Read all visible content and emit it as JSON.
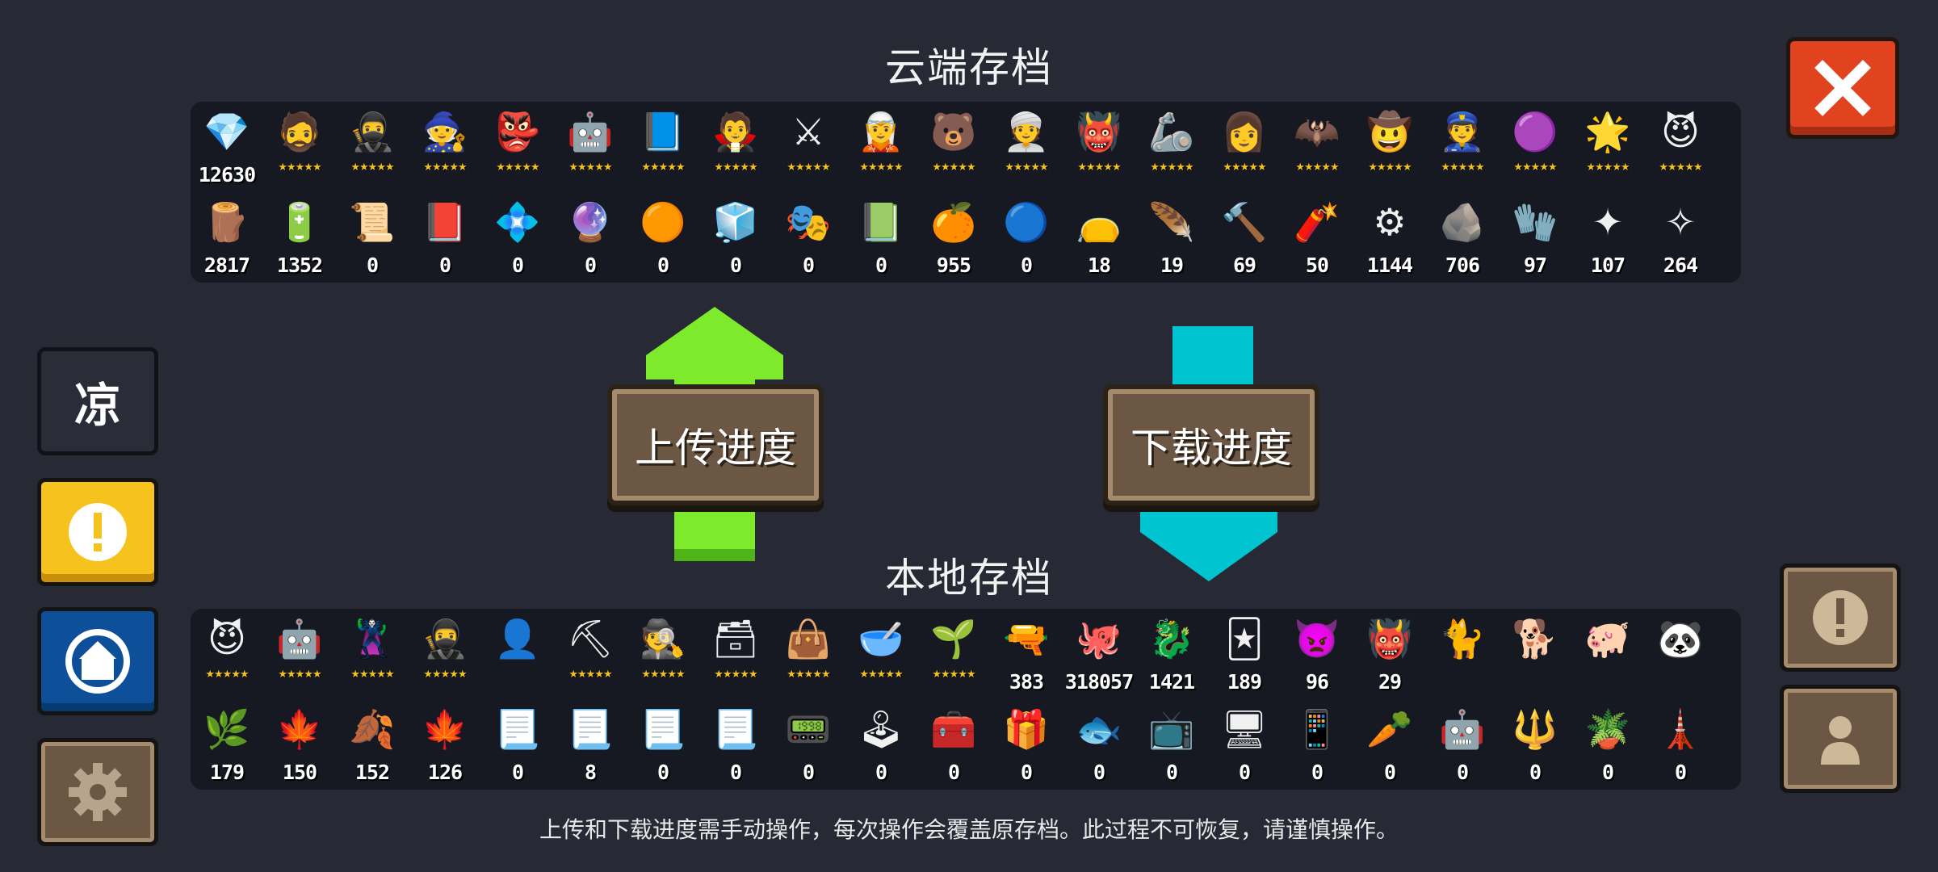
{
  "cloud": {
    "title": "云端存档",
    "row1": [
      {
        "icon": "gem-icon",
        "glyph": "💎",
        "count": "12630",
        "stars": ""
      },
      {
        "icon": "knight-icon",
        "glyph": "🧔",
        "stars": "★★★★★"
      },
      {
        "icon": "rogue-icon",
        "glyph": "🥷",
        "stars": "★★★★★"
      },
      {
        "icon": "witch-icon",
        "glyph": "🧙",
        "stars": "★★★★★"
      },
      {
        "icon": "assassin-icon",
        "glyph": "👺",
        "stars": "★★★★★"
      },
      {
        "icon": "engineer-icon",
        "glyph": "🤖",
        "stars": "★★★★★"
      },
      {
        "icon": "druid-icon",
        "glyph": "📘",
        "stars": "★★★★★"
      },
      {
        "icon": "vampire-icon",
        "glyph": "🧛",
        "stars": "★★★★★"
      },
      {
        "icon": "paladin-icon",
        "glyph": "⚔",
        "stars": "★★★★★"
      },
      {
        "icon": "elf-icon",
        "glyph": "🧝",
        "stars": "★★★★★"
      },
      {
        "icon": "werewolf-icon",
        "glyph": "🐻",
        "stars": "★★★★★"
      },
      {
        "icon": "priest-icon",
        "glyph": "👳",
        "stars": "★★★★★"
      },
      {
        "icon": "berserker-icon",
        "glyph": "👹",
        "stars": "★★★★★"
      },
      {
        "icon": "robot-icon",
        "glyph": "🦾",
        "stars": "★★★★★"
      },
      {
        "icon": "taoist-icon",
        "glyph": "👩",
        "stars": "★★★★★"
      },
      {
        "icon": "airbender-icon",
        "glyph": "🦇",
        "stars": "★★★★★"
      },
      {
        "icon": "alchemist-icon",
        "glyph": "🤠",
        "stars": "★★★★★"
      },
      {
        "icon": "officer-icon",
        "glyph": "👮",
        "stars": "★★★★★"
      },
      {
        "icon": "wizard-icon",
        "glyph": "🟣",
        "stars": "★★★★★"
      },
      {
        "icon": "golden-icon",
        "glyph": "🌟",
        "stars": "★★★★★"
      },
      {
        "icon": "demon-icon",
        "glyph": "😈",
        "stars": "★★★★★"
      }
    ],
    "row2": [
      {
        "icon": "wood-icon",
        "glyph": "🪵",
        "count": "2817"
      },
      {
        "icon": "battery-icon",
        "glyph": "🔋",
        "count": "1352"
      },
      {
        "icon": "holy-book-icon",
        "glyph": "📜",
        "count": "0"
      },
      {
        "icon": "spellbook-icon",
        "glyph": "📕",
        "count": "0"
      },
      {
        "icon": "crystal-icon",
        "glyph": "💠",
        "count": "0"
      },
      {
        "icon": "ore-icon",
        "glyph": "🔮",
        "count": "0"
      },
      {
        "icon": "gold-disc-icon",
        "glyph": "🟠",
        "count": "0"
      },
      {
        "icon": "teleport-icon",
        "glyph": "🧊",
        "count": "0"
      },
      {
        "icon": "mask-icon",
        "glyph": "🎭",
        "count": "0"
      },
      {
        "icon": "green-book-icon",
        "glyph": "📗",
        "count": "0"
      },
      {
        "icon": "orange-ore-icon",
        "glyph": "🍊",
        "count": "955"
      },
      {
        "icon": "blue-orb-icon",
        "glyph": "🔵",
        "count": "0"
      },
      {
        "icon": "sack-icon",
        "glyph": "👝",
        "count": "18"
      },
      {
        "icon": "feather-icon",
        "glyph": "🪶",
        "count": "19"
      },
      {
        "icon": "hammer-icon",
        "glyph": "🔨",
        "count": "69"
      },
      {
        "icon": "scroll-icon",
        "glyph": "🧨",
        "count": "50"
      },
      {
        "icon": "gear-icon",
        "glyph": "⚙",
        "count": "1144"
      },
      {
        "icon": "coal-icon",
        "glyph": "🪨",
        "count": "706"
      },
      {
        "icon": "cloth-icon",
        "glyph": "🧤",
        "count": "97"
      },
      {
        "icon": "purple-shard-icon",
        "glyph": "✦",
        "count": "107"
      },
      {
        "icon": "blue-shard-icon",
        "glyph": "✧",
        "count": "264"
      }
    ]
  },
  "buttons": {
    "upload": "上传进度",
    "download": "下载进度"
  },
  "local": {
    "title": "本地存档",
    "row1": [
      {
        "icon": "demon-icon",
        "glyph": "😈",
        "count": "",
        "stars": "★★★★★"
      },
      {
        "icon": "ghost-robot-icon",
        "glyph": "🤖",
        "count": "",
        "stars": "★★★★★"
      },
      {
        "icon": "dark-knight-icon",
        "glyph": "🦹",
        "count": "",
        "stars": "★★★★★"
      },
      {
        "icon": "ninja-girl-icon",
        "glyph": "🥷",
        "count": "",
        "stars": "★★★★★"
      },
      {
        "icon": "shadow-icon",
        "glyph": "👤",
        "count": "",
        "stars": ""
      },
      {
        "icon": "miner-icon",
        "glyph": "⛏",
        "count": "",
        "stars": "★★★★★"
      },
      {
        "icon": "detective-icon",
        "glyph": "🕵",
        "count": "",
        "stars": "★★★★★"
      },
      {
        "icon": "green-box-icon",
        "glyph": "🗃",
        "count": "",
        "stars": "★★★★★"
      },
      {
        "icon": "bag-icon",
        "glyph": "👜",
        "count": "",
        "stars": "★★★★★"
      },
      {
        "icon": "bowl-icon",
        "glyph": "🥣",
        "count": "",
        "stars": "★★★★★"
      },
      {
        "icon": "sprout-icon",
        "glyph": "🌱",
        "count": "",
        "stars": "★★★★★"
      },
      {
        "icon": "gun-icon",
        "glyph": "🔫",
        "count": "383",
        "stars": ""
      },
      {
        "icon": "slime-icon",
        "glyph": "🐙",
        "count": "318057",
        "stars": ""
      },
      {
        "icon": "boss-icon",
        "glyph": "🐉",
        "count": "1421",
        "stars": ""
      },
      {
        "icon": "card-icon",
        "glyph": "🃏",
        "count": "189",
        "stars": ""
      },
      {
        "icon": "purple-mask-icon",
        "glyph": "👿",
        "count": "96",
        "stars": ""
      },
      {
        "icon": "red-mask-icon",
        "glyph": "👹",
        "count": "29",
        "stars": ""
      },
      {
        "icon": "cat-icon",
        "glyph": "🐈",
        "count": "",
        "stars": ""
      },
      {
        "icon": "dog-icon",
        "glyph": "🐕",
        "count": "",
        "stars": ""
      },
      {
        "icon": "pig-icon",
        "glyph": "🐖",
        "count": "",
        "stars": ""
      },
      {
        "icon": "panda-icon",
        "glyph": "🐼",
        "count": "",
        "stars": ""
      }
    ],
    "row2": [
      {
        "icon": "teal-leaf-icon",
        "glyph": "🌿",
        "count": "179"
      },
      {
        "icon": "orange-leaf-icon",
        "glyph": "🍁",
        "count": "150"
      },
      {
        "icon": "purple-leaf-icon",
        "glyph": "🍂",
        "count": "152"
      },
      {
        "icon": "red-leaf-icon",
        "glyph": "🍁",
        "count": "126"
      },
      {
        "icon": "parchment-icon",
        "glyph": "📃",
        "count": "0"
      },
      {
        "icon": "parchment-icon",
        "glyph": "📃",
        "count": "8"
      },
      {
        "icon": "parchment-icon",
        "glyph": "📃",
        "count": "0"
      },
      {
        "icon": "parchment-icon",
        "glyph": "📃",
        "count": "0"
      },
      {
        "icon": "red-device-icon",
        "glyph": "📟",
        "count": "0"
      },
      {
        "icon": "arcade-icon",
        "glyph": "🕹",
        "count": "0"
      },
      {
        "icon": "teal-box-icon",
        "glyph": "🧰",
        "count": "0"
      },
      {
        "icon": "treasure-icon",
        "glyph": "🎁",
        "count": "0"
      },
      {
        "icon": "fish-icon",
        "glyph": "🐟",
        "count": "0"
      },
      {
        "icon": "tv-icon",
        "glyph": "📺",
        "count": "0"
      },
      {
        "icon": "terminal-icon",
        "glyph": "🖥",
        "count": "0"
      },
      {
        "icon": "tablet-icon",
        "glyph": "📱",
        "count": "0"
      },
      {
        "icon": "carrot-icon",
        "glyph": "🥕",
        "count": "0"
      },
      {
        "icon": "yellow-robot-icon",
        "glyph": "🤖",
        "count": "0"
      },
      {
        "icon": "trident-icon",
        "glyph": "🔱",
        "count": "0"
      },
      {
        "icon": "plant-icon",
        "glyph": "🪴",
        "count": "0"
      },
      {
        "icon": "turret-icon",
        "glyph": "🗼",
        "count": "0"
      }
    ]
  },
  "sidebar": {
    "cool_label": "凉"
  },
  "warning": "上传和下载进度需手动操作，每次操作会覆盖原存档。此过程不可恢复，请谨慎操作。",
  "colors": {
    "up_arrow": "#7dea2b",
    "down_arrow": "#00c4cf",
    "close": "#e0431e",
    "notice": "#f6c31e",
    "blue_btn": "#0e4f99",
    "wood": "#6b5743"
  }
}
